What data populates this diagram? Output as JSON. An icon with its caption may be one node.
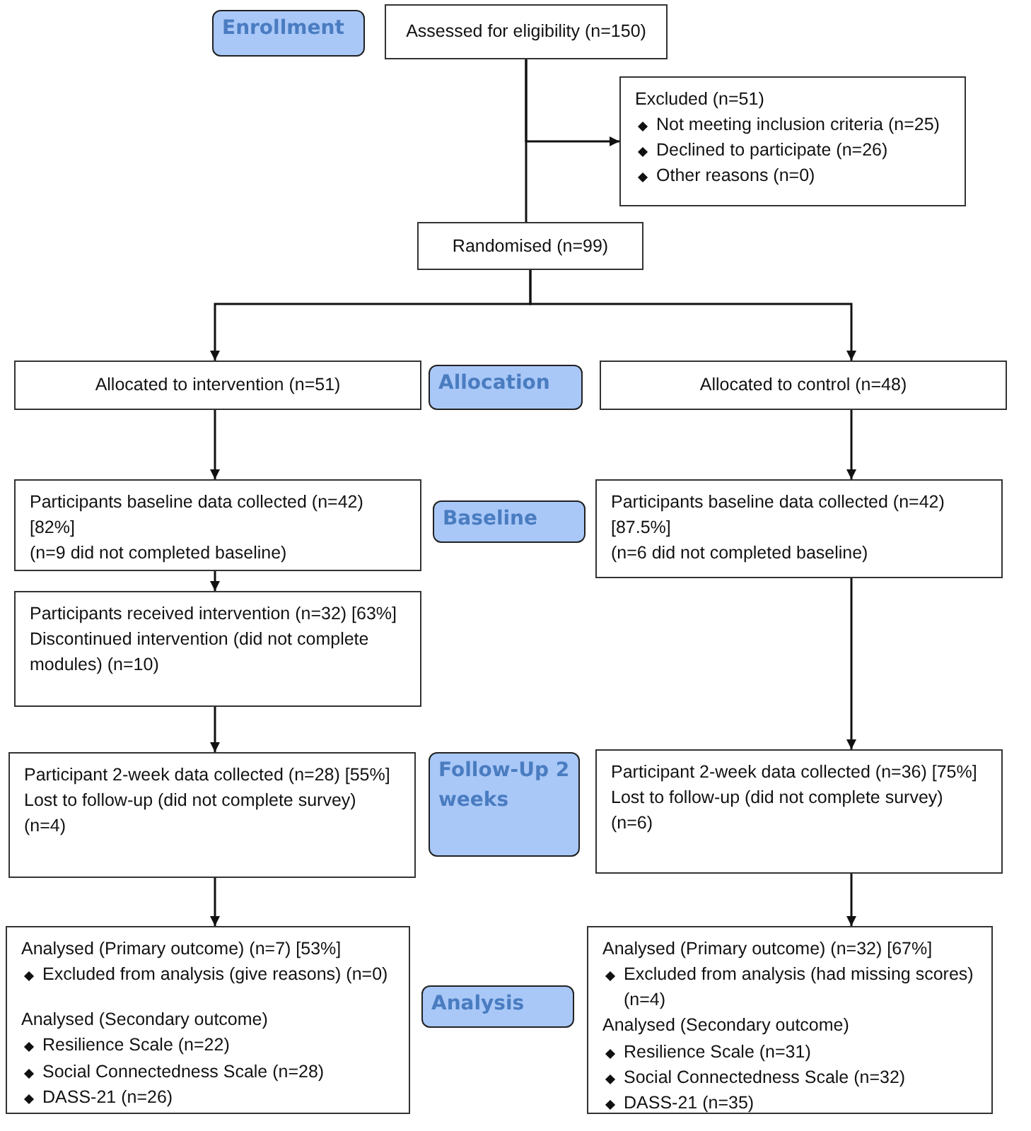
{
  "diagram": {
    "nodes": [
      {
        "text": [
          "Enrollment"
        ]
      },
      {
        "text": [
          "Assessed for eligibility (n=150)"
        ]
      },
      {
        "text": [
          "Excluded (n=51)",
          "Not meeting inclusion criteria (n=25)",
          "Declined to participate (n=26)",
          "Other reasons (n=0)"
        ]
      },
      {
        "text": [
          "Randomised (n=99)"
        ]
      },
      {
        "text": [
          "Allocated to intervention (n=51)"
        ]
      },
      {
        "text": [
          "Allocation"
        ]
      },
      {
        "text": [
          "Allocated to control (n=48)"
        ]
      },
      {
        "text": [
          "Participants baseline data collected (n=42) [82%]",
          "(n=9 did not completed baseline)"
        ]
      },
      {
        "text": [
          "Baseline"
        ]
      },
      {
        "text": [
          "Participants baseline data collected (n=42) [87.5%]",
          "(n=6 did not completed baseline)"
        ]
      },
      {
        "text": [
          "Participants received intervention (n=32) [63%] Discontinued intervention (did not complete modules) (n=10)"
        ]
      },
      {
        "text": [
          "Participant 2-week data collected (n=28) [55%] Lost to follow-up (did not complete survey) (n=4)"
        ]
      },
      {
        "text": [
          "Follow-Up 2 weeks"
        ]
      },
      {
        "text": [
          "Participant 2-week data collected (n=36) [75%] Lost to follow-up (did not complete survey) (n=6)"
        ]
      },
      {
        "text": [
          "Analysed (Primary outcome) (n=7) [53%]",
          "Excluded from analysis (give reasons) (n=0)",
          "Analysed (Secondary outcome)",
          "Resilience Scale (n=22)",
          "Social Connectedness Scale (n=28)",
          "DASS-21 (n=26)"
        ]
      },
      {
        "text": [
          "Analysis"
        ]
      },
      {
        "text": [
          "Analysed (Primary outcome) (n=32) [67%]",
          "Excluded from analysis (had missing scores) (n=4)",
          "Analysed (Secondary outcome)",
          "Resilience Scale (n=31)",
          "Social Connectedness Scale (n=32)",
          "DASS-21 (n=35)"
        ]
      }
    ],
    "edges": [
      {
        "from": 1,
        "to": 3,
        "arrow": "none"
      },
      {
        "from": 1,
        "to": 2,
        "arrow": "to"
      },
      {
        "from": 3,
        "to": 4,
        "arrow": "to"
      },
      {
        "from": 3,
        "to": 6,
        "arrow": "to"
      },
      {
        "from": 4,
        "to": 7,
        "arrow": "to"
      },
      {
        "from": 6,
        "to": 9,
        "arrow": "to"
      },
      {
        "from": 7,
        "to": 10,
        "arrow": "to"
      },
      {
        "from": 10,
        "to": 11,
        "arrow": "to"
      },
      {
        "from": 9,
        "to": 13,
        "arrow": "to"
      },
      {
        "from": 11,
        "to": 14,
        "arrow": "to"
      },
      {
        "from": 13,
        "to": 16,
        "arrow": "to"
      }
    ]
  }
}
